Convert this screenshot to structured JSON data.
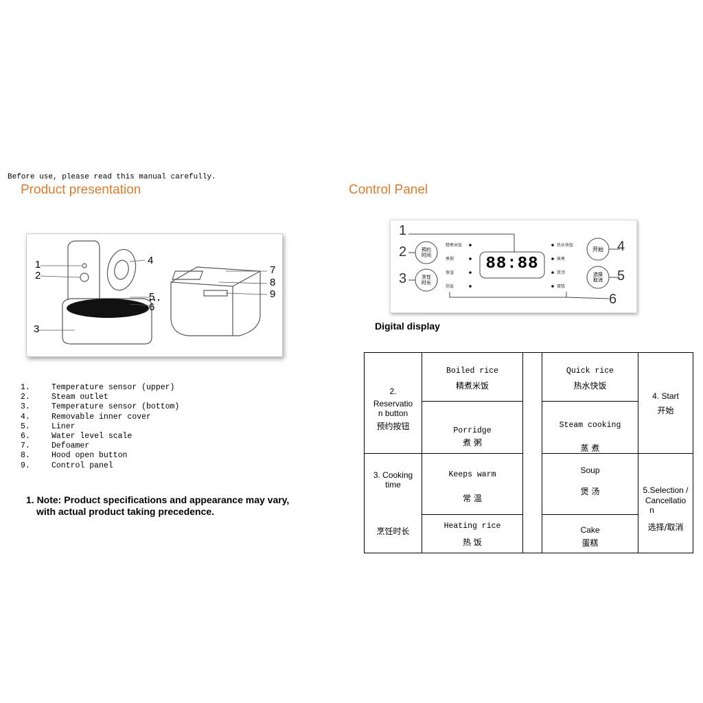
{
  "intro_text": "Before use, please read this manual carefully.",
  "product_title": "Product presentation",
  "control_title": "Control Panel",
  "product_image": {
    "callouts": [
      "1",
      "2",
      "3",
      "4",
      "5",
      "6",
      "7",
      "8",
      "9"
    ]
  },
  "parts": [
    {
      "num": "1.",
      "label": "Temperature sensor (upper)"
    },
    {
      "num": "2.",
      "label": "Steam outlet"
    },
    {
      "num": "3.",
      "label": "Temperature sensor (bottom)"
    },
    {
      "num": "4.",
      "label": "Removable inner cover"
    },
    {
      "num": "5.",
      "label": "Liner"
    },
    {
      "num": "6.",
      "label": "Water level scale"
    },
    {
      "num": "7.",
      "label": "Defoamer"
    },
    {
      "num": "8.",
      "label": "Hood open button"
    },
    {
      "num": "9.",
      "label": "Control panel"
    }
  ],
  "note": {
    "line1": "1. Note: Product specifications and appearance may vary,",
    "line2": "with actual product taking precedence."
  },
  "panel": {
    "callouts": [
      "1",
      "2",
      "3",
      "4",
      "5",
      "6"
    ],
    "display": "88:88",
    "btn_reserve": "预约\n时间",
    "btn_time": "烹饪\n时长",
    "btn_start": "开始",
    "btn_select": "选择\n取消",
    "left_menu": [
      "精煮米饭",
      "煮粥",
      "保温",
      "热饭"
    ],
    "right_menu": [
      "热水快饭",
      "蒸煮",
      "煲汤",
      "蛋糕"
    ]
  },
  "digital_display_label": "Digital display",
  "table": {
    "reservation_num": "2.",
    "reservation_line1": "Reservatio",
    "reservation_line2": "n button",
    "reservation_zh": "预约按钮",
    "cooking_time_line1": "3. Cooking",
    "cooking_time_line2": "time",
    "cooking_time_zh": "烹饪时长",
    "boiled_rice": "Boiled rice",
    "boiled_rice_zh": "精煮米饭",
    "porridge": "Porridge",
    "porridge_zh": "煮 粥",
    "keeps_warm": "Keeps warm",
    "keeps_warm_zh": "常 温",
    "heating_rice": "Heating rice",
    "heating_rice_zh": "热 饭",
    "quick_rice": "Quick rice",
    "quick_rice_zh": "热水快饭",
    "steam_cooking": "Steam cooking",
    "steam_cooking_zh": "蒸 煮",
    "soup": "Soup",
    "soup_zh": "煲 汤",
    "cake": "Cake",
    "cake_zh": "蛋糕",
    "start": "4. Start",
    "start_zh": "开始",
    "selection_line1": "5.Selection /",
    "selection_line2": "Cancellatio",
    "selection_line3": "n",
    "selection_zh": "选择/取消"
  }
}
